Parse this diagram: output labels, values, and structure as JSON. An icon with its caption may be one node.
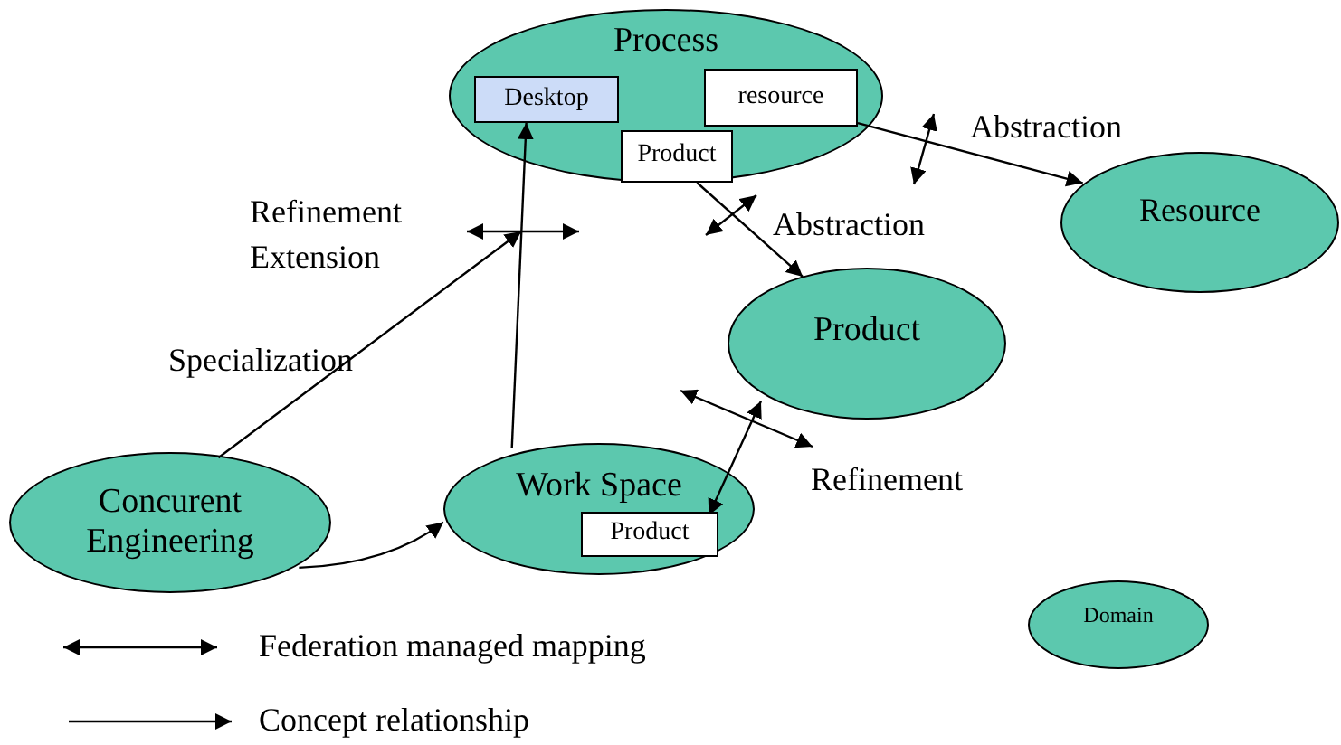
{
  "diagram": {
    "nodes": [
      {
        "text": [
          "Process"
        ]
      },
      {
        "text": [
          "Desktop"
        ],
        "in": 0
      },
      {
        "text": [
          "resource"
        ],
        "in": 0
      },
      {
        "text": [
          "Product"
        ],
        "in": 0
      },
      {
        "text": [
          "Resource"
        ]
      },
      {
        "text": [
          "Product"
        ]
      },
      {
        "text": [
          "Concurent Engineering"
        ]
      },
      {
        "text": [
          "Work Space"
        ]
      },
      {
        "text": [
          "Product"
        ],
        "in": 7
      },
      {
        "text": [
          "Domain"
        ]
      }
    ],
    "edges": [
      {
        "from": 2,
        "to": 4,
        "arrow": "to"
      },
      {
        "from": 3,
        "to": 5,
        "arrow": "to"
      },
      {
        "from": 7,
        "to": 1,
        "arrow": "to"
      },
      {
        "from": 6,
        "to": null,
        "arrow": "to"
      },
      {
        "from": 6,
        "to": 7,
        "arrow": "to"
      },
      {
        "from": 8,
        "to": 5,
        "arrow": "both"
      }
    ],
    "labels": [
      "Abstraction",
      "Refinement",
      "Extension",
      "Abstraction",
      "Specialization",
      "Refinement"
    ],
    "legend": [
      {
        "text": "Federation managed mapping"
      },
      {
        "text": "Concept relationship"
      }
    ]
  }
}
